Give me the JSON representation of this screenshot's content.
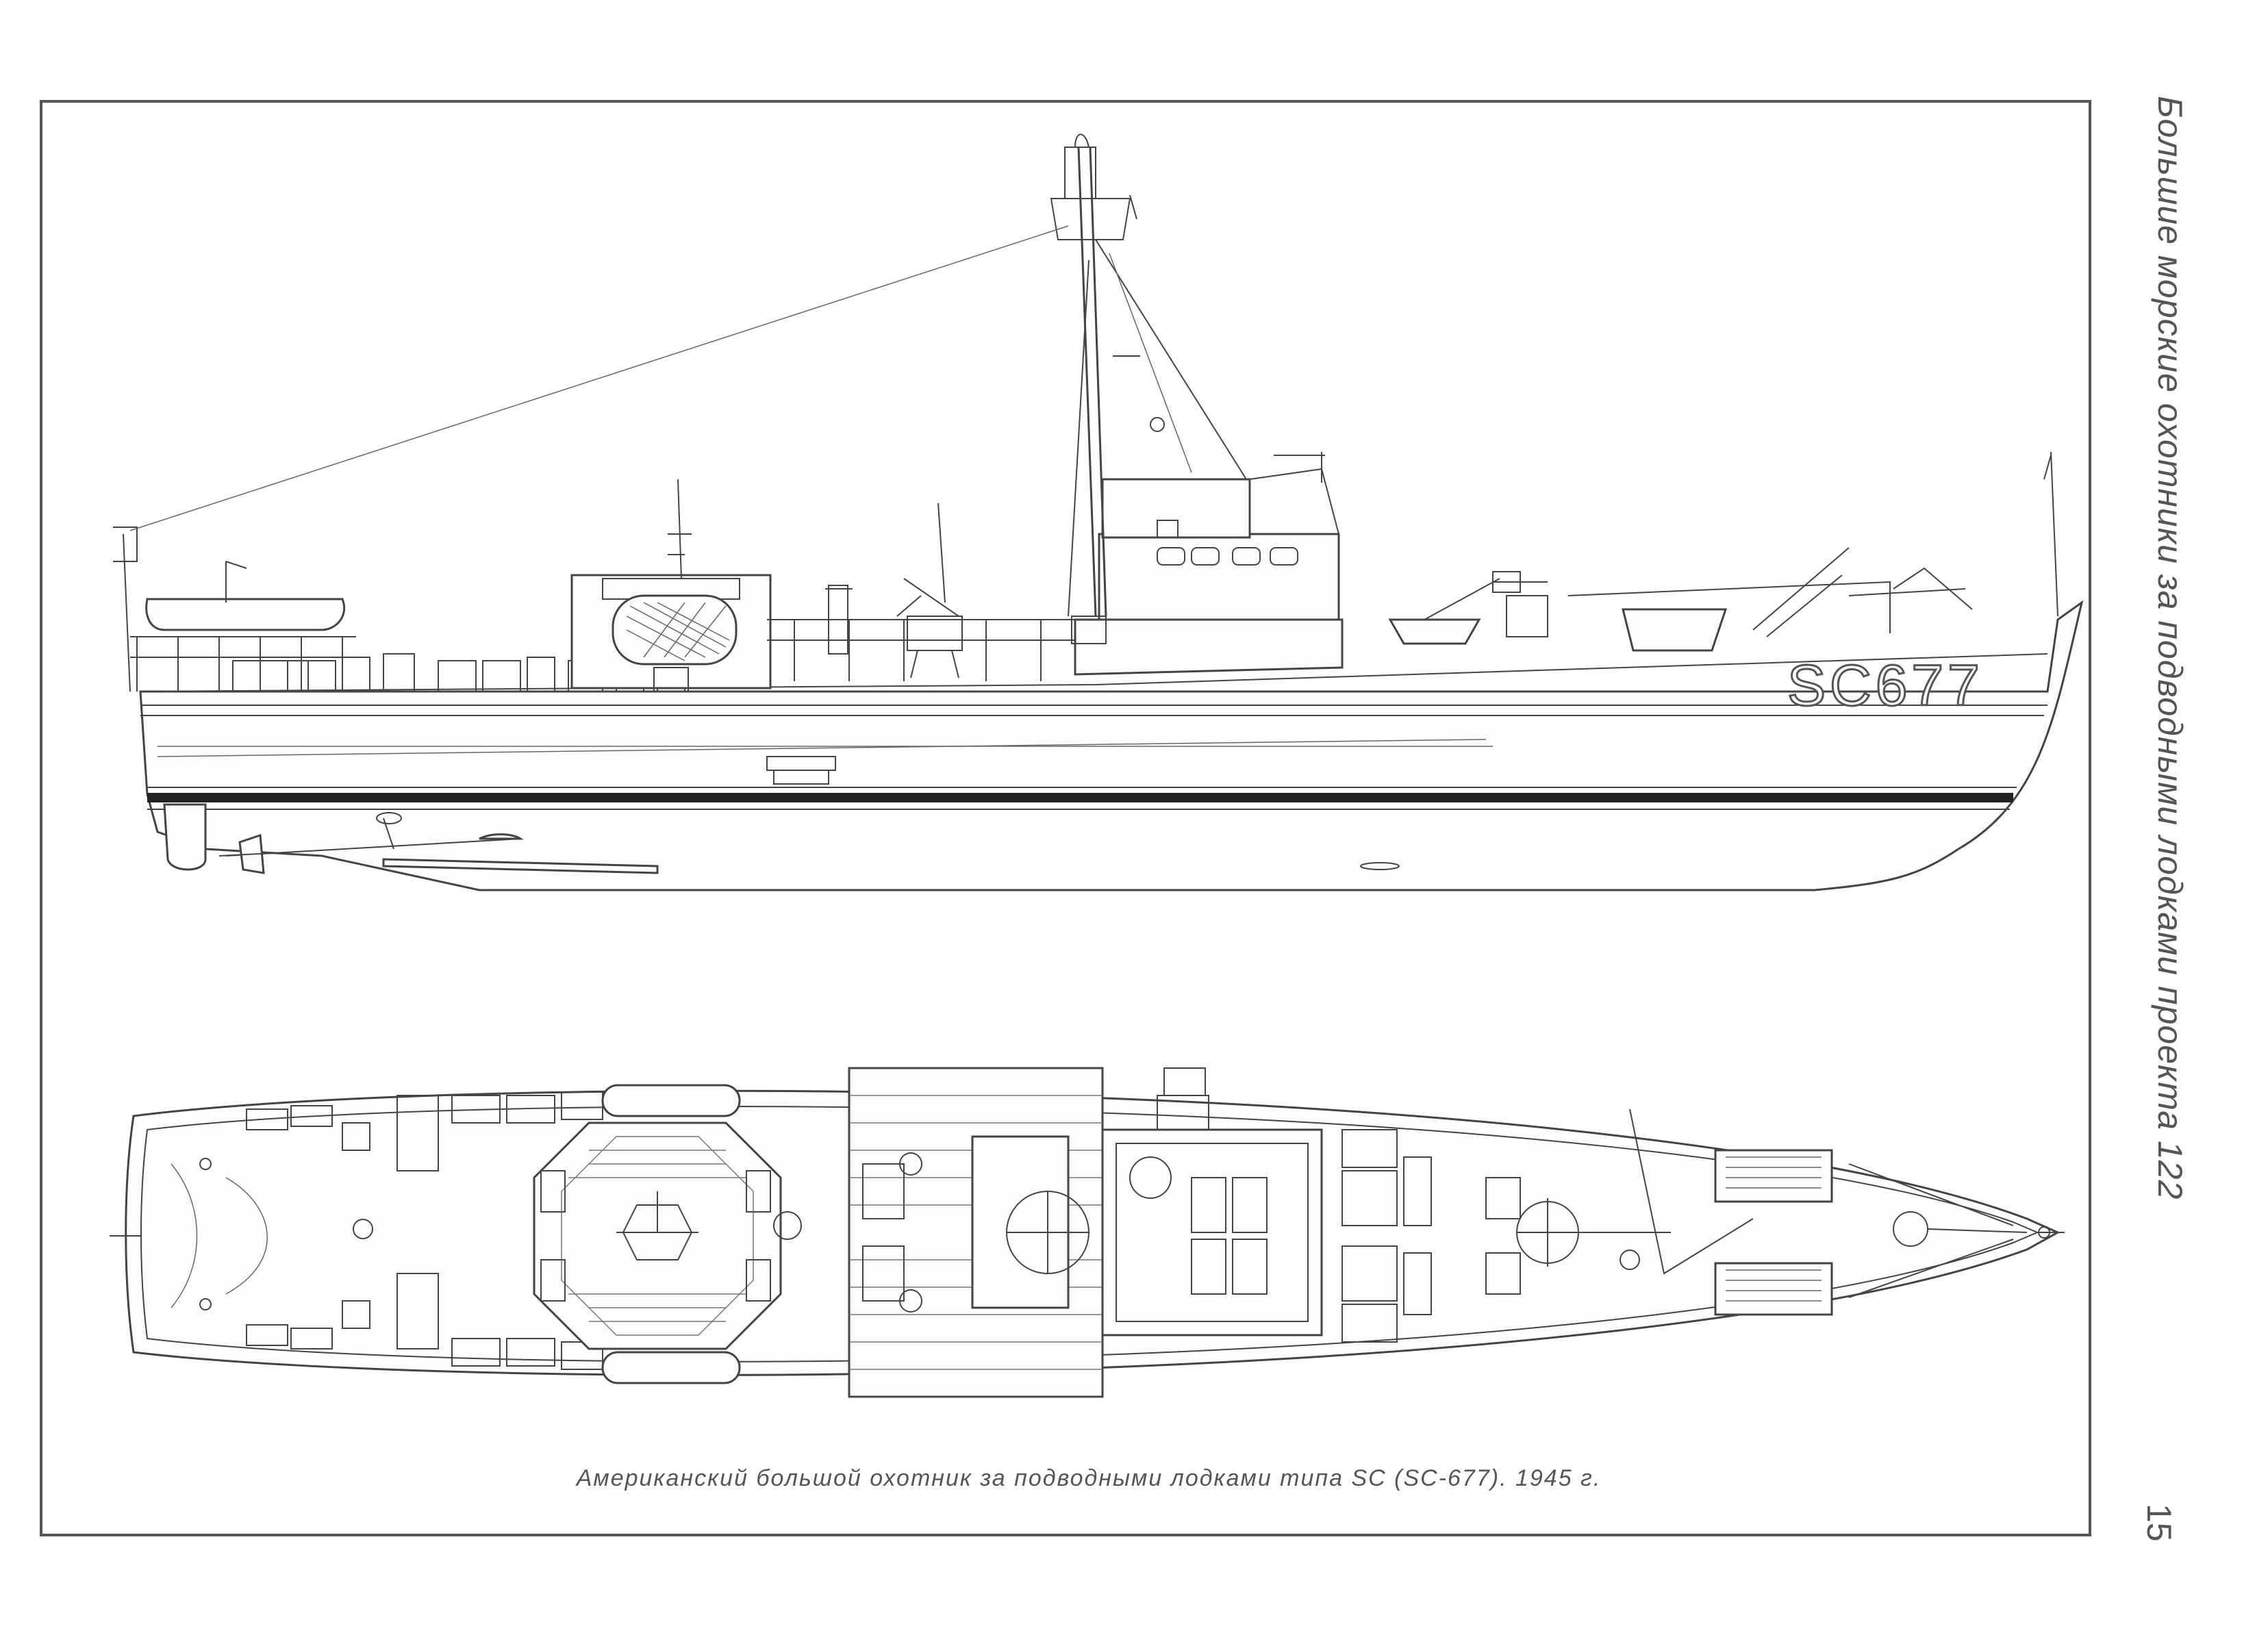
{
  "running_title": "Большие морские охотники за подводными лодками проекта 122",
  "page_number": "15",
  "caption": "Американский большой охотник за подводными лодками типа SC (SC-677). 1945 г.",
  "hull_marking": "SC677",
  "colors": {
    "line": "#444444",
    "frame": "#555555",
    "background": "#ffffff"
  }
}
